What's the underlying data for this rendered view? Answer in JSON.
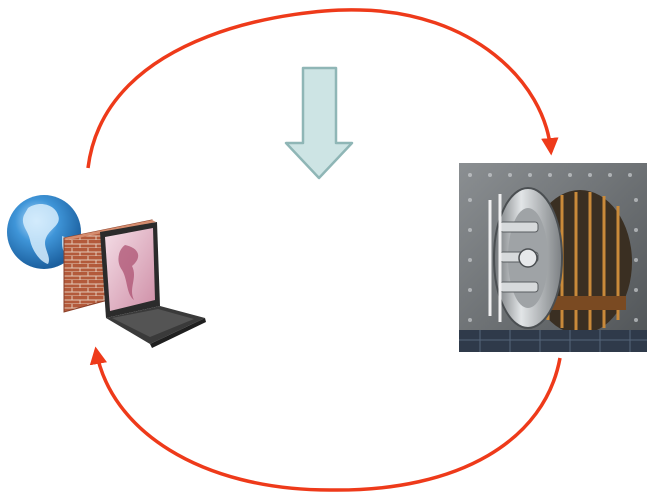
{
  "diagram": {
    "nodes": [
      {
        "id": "client",
        "icon": "laptop-globe-firewall-icon"
      },
      {
        "id": "vault",
        "icon": "bank-vault-icon"
      }
    ],
    "edges": [
      {
        "from": "client",
        "to": "vault",
        "style": "curved-arrow"
      },
      {
        "from": "vault",
        "to": "client",
        "style": "curved-arrow"
      }
    ],
    "indicator": {
      "icon": "down-arrow-icon"
    }
  },
  "colors": {
    "arrow": "#ee3a1a",
    "down_arrow_fill": "#cde4e4",
    "down_arrow_stroke": "#8fb6b6",
    "globe": "#2d7fc4",
    "brick": "#b55a3d",
    "laptop": "#2b2b2b",
    "screen": "#e8c6d2",
    "vault_bg": "#6f7376",
    "vault_metal": "#b9bcbf"
  }
}
